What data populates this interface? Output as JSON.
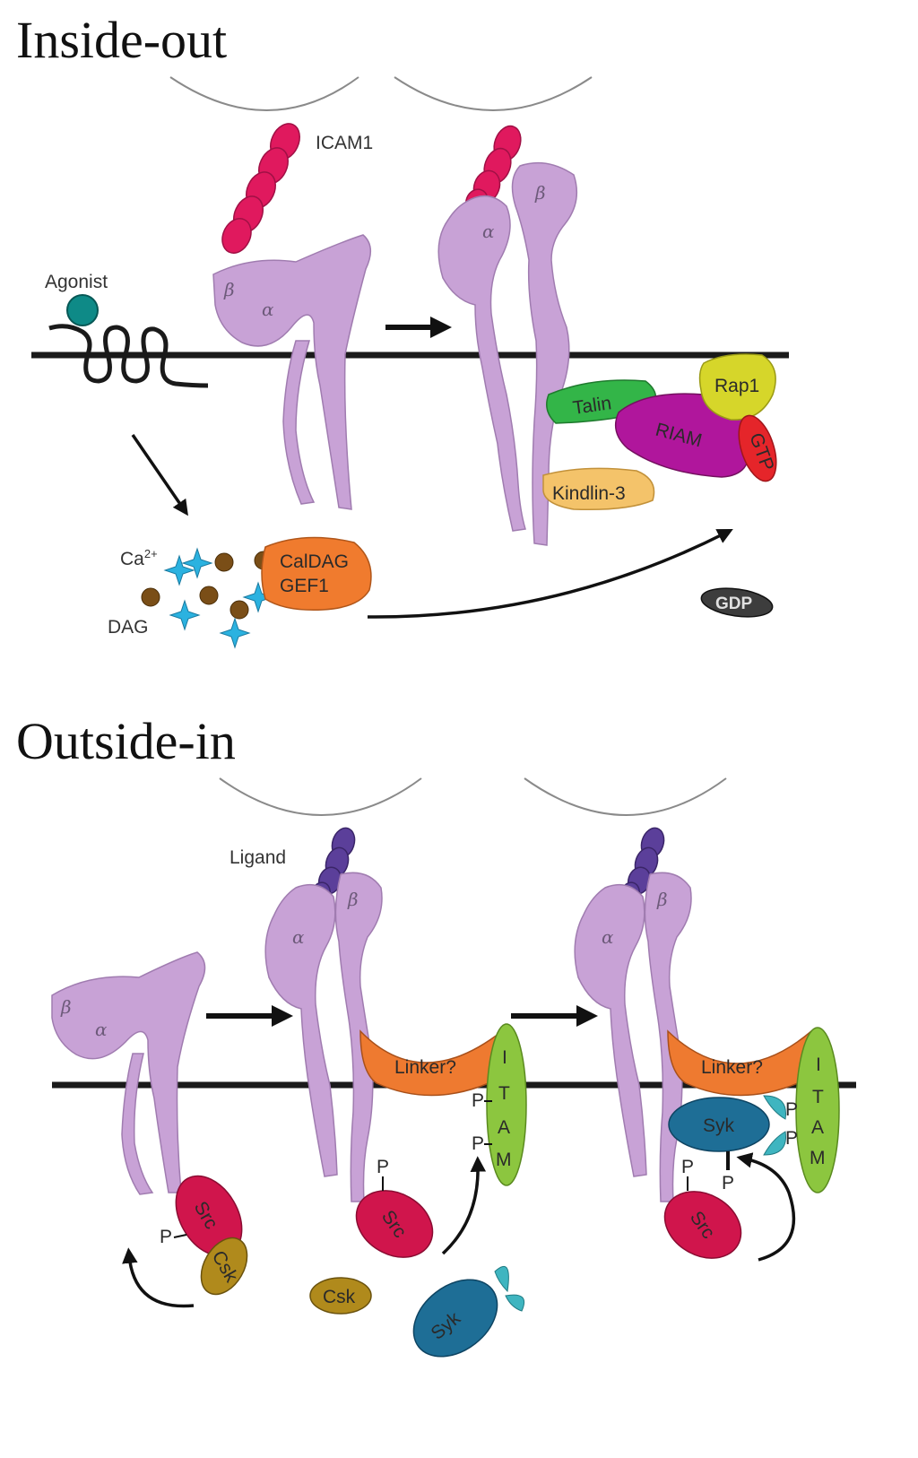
{
  "sections": {
    "top_title": "Inside-out",
    "bottom_title": "Outside-in"
  },
  "labels": {
    "icam1": "ICAM1",
    "agonist": "Agonist",
    "ca": "Ca",
    "ca_sup": "2+",
    "dag": "DAG",
    "caldag_line1": "CalDAG",
    "caldag_line2": "GEF1",
    "talin": "Talin",
    "riam": "RIAM",
    "rap1": "Rap1",
    "gtp": "GTP",
    "gdp": "GDP",
    "kindlin": "Kindlin-3",
    "ligand": "Ligand",
    "linker1": "Linker?",
    "linker2": "Linker?",
    "itam1": "ITAM",
    "itam2": "ITAM",
    "src": "Src",
    "csk": "Csk",
    "syk": "Syk",
    "p": "P",
    "alpha": "α",
    "beta": "β"
  },
  "colors": {
    "integrin": "#c8a2d6",
    "icam": "#e0195e",
    "ligand": "#5b3f9a",
    "agonist": "#0e8a87",
    "talin": "#33b548",
    "riam": "#b0169c",
    "rap1": "#d6d62a",
    "gtp": "#e5252a",
    "kindlin": "#f4c36a",
    "caldag": "#f07b2e",
    "dag_ball": "#7a4e17",
    "ca_star": "#2bb2e0",
    "src": "#d0154c",
    "csk": "#b08a1c",
    "syk": "#1e6e96",
    "itam": "#8cc63f",
    "linker": "#ee7a30"
  }
}
